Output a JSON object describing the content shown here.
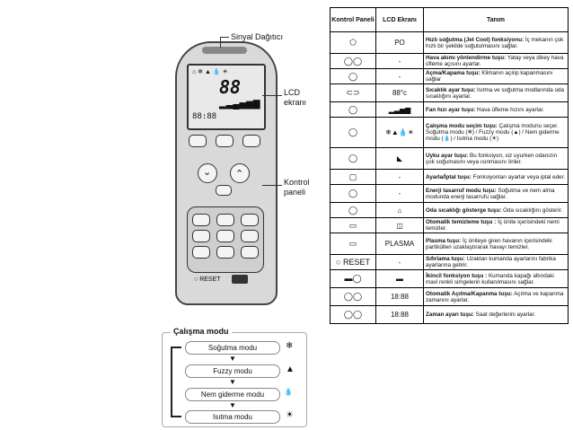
{
  "labels": {
    "signal": "Sinyal Dağıtıcı",
    "lcd_line1": "LCD",
    "lcd_line2": "ekranı",
    "panel_line1": "Kontrol",
    "panel_line2": "paneli",
    "lcd_temp": "88",
    "reset": "RESET"
  },
  "modes": {
    "title": "Çalışma modu",
    "items": [
      {
        "label": "Soğutma modu",
        "icon": "❄"
      },
      {
        "label": "Fuzzy modu",
        "icon": "▲"
      },
      {
        "label": "Nem giderme modu",
        "icon": "💧"
      },
      {
        "label": "Isıtma modu",
        "icon": "☀"
      }
    ]
  },
  "table": {
    "headers": [
      "Kontrol Paneli",
      "LCD Ekranı",
      "Tanım"
    ],
    "rows": [
      {
        "panel": "⬠",
        "lcd": "PO",
        "bold": "Hızlı soğutma (Jet Cool) fonksiyonu:",
        "text": " İç mekanın çok hızlı bir şekilde soğutulmasını sağlar."
      },
      {
        "panel": "◯◯",
        "lcd": "-",
        "bold": "Hava akımı yönlendirme tuşu:",
        "text": " Yatay veya dikey hava üfleme açısını ayarlar."
      },
      {
        "panel": "◯",
        "lcd": "-",
        "bold": "Açma/Kapama tuşu:",
        "text": " Klimanın açılıp kapanmasını sağlar"
      },
      {
        "panel": "⊂⊃",
        "lcd": "88°c",
        "bold": "Sıcaklık ayar tuşu:",
        "text": " Isıtma ve soğutma modlarında oda sıcaklığını ayarlar."
      },
      {
        "panel": "◯",
        "lcd": "▂▃▅▆",
        "bold": "Fan hızı ayar tuşu:",
        "text": " Hava üfleme hızını ayarlar."
      },
      {
        "panel": "◯",
        "lcd": "❄▲💧☀",
        "bold": "Çalışma modu seçim tuşu:",
        "text": " Çalışma modunu seçer. Soğutma modu (❄) / Fuzzy modu (▲) / Nem giderme modu (💧) / Isıtma modu (☀)"
      },
      {
        "panel": "◯",
        "lcd": "◣",
        "bold": "Uyku ayar tuşu:",
        "text": " Bu fonksiyon, siz uyurken odanızın çok soğumasını veya ısınmasını önler."
      },
      {
        "panel": "▢",
        "lcd": "-",
        "bold": "Ayarla/İptal tuşu:",
        "text": " Fonksiyonları ayarlar veya iptal eder."
      },
      {
        "panel": "◯",
        "lcd": "-",
        "bold": "Enerji tasarruf modu tuşu:",
        "text": " Soğutma ve nem alma modunda enerji tasarrufu sağlar."
      },
      {
        "panel": "◯",
        "lcd": "⌂",
        "bold": "Oda sıcaklığı gösterge tuşu:",
        "text": " Oda sıcaklığını gösterir."
      },
      {
        "panel": "▭",
        "lcd": "◫",
        "bold": "Otomatik temizleme tuşu :",
        "text": " İç ünite içerisindeki nemi temizler."
      },
      {
        "panel": "▭",
        "lcd": "PLASMA",
        "bold": "Plasma tuşu:",
        "text": " İç üniteye giren havanın içerisindeki partikülleri uzaklaştırarak havayı temizler."
      },
      {
        "panel": "○ RESET",
        "lcd": "-",
        "bold": "Sıfırlama tuşu:",
        "text": " Uzaktan kumanda ayarlarını fabrika ayarlarına getirir."
      },
      {
        "panel": "▬◯",
        "lcd": "▬",
        "bold": "İkincil fonksiyon tuşu :",
        "text": " Kumanda kapağı altındaki mavi renkli simgelerin kullanılmasını sağlar."
      },
      {
        "panel": "◯◯",
        "lcd": "18:88",
        "bold": "Otomatik Açılma/Kapanma tuşu:",
        "text": " Açılma ve kapanma zamanını ayarlar."
      },
      {
        "panel": "◯◯",
        "lcd": "18:88",
        "bold": "Zaman ayarı tuşu:",
        "text": " Saat değerlerini ayarlar."
      }
    ]
  }
}
